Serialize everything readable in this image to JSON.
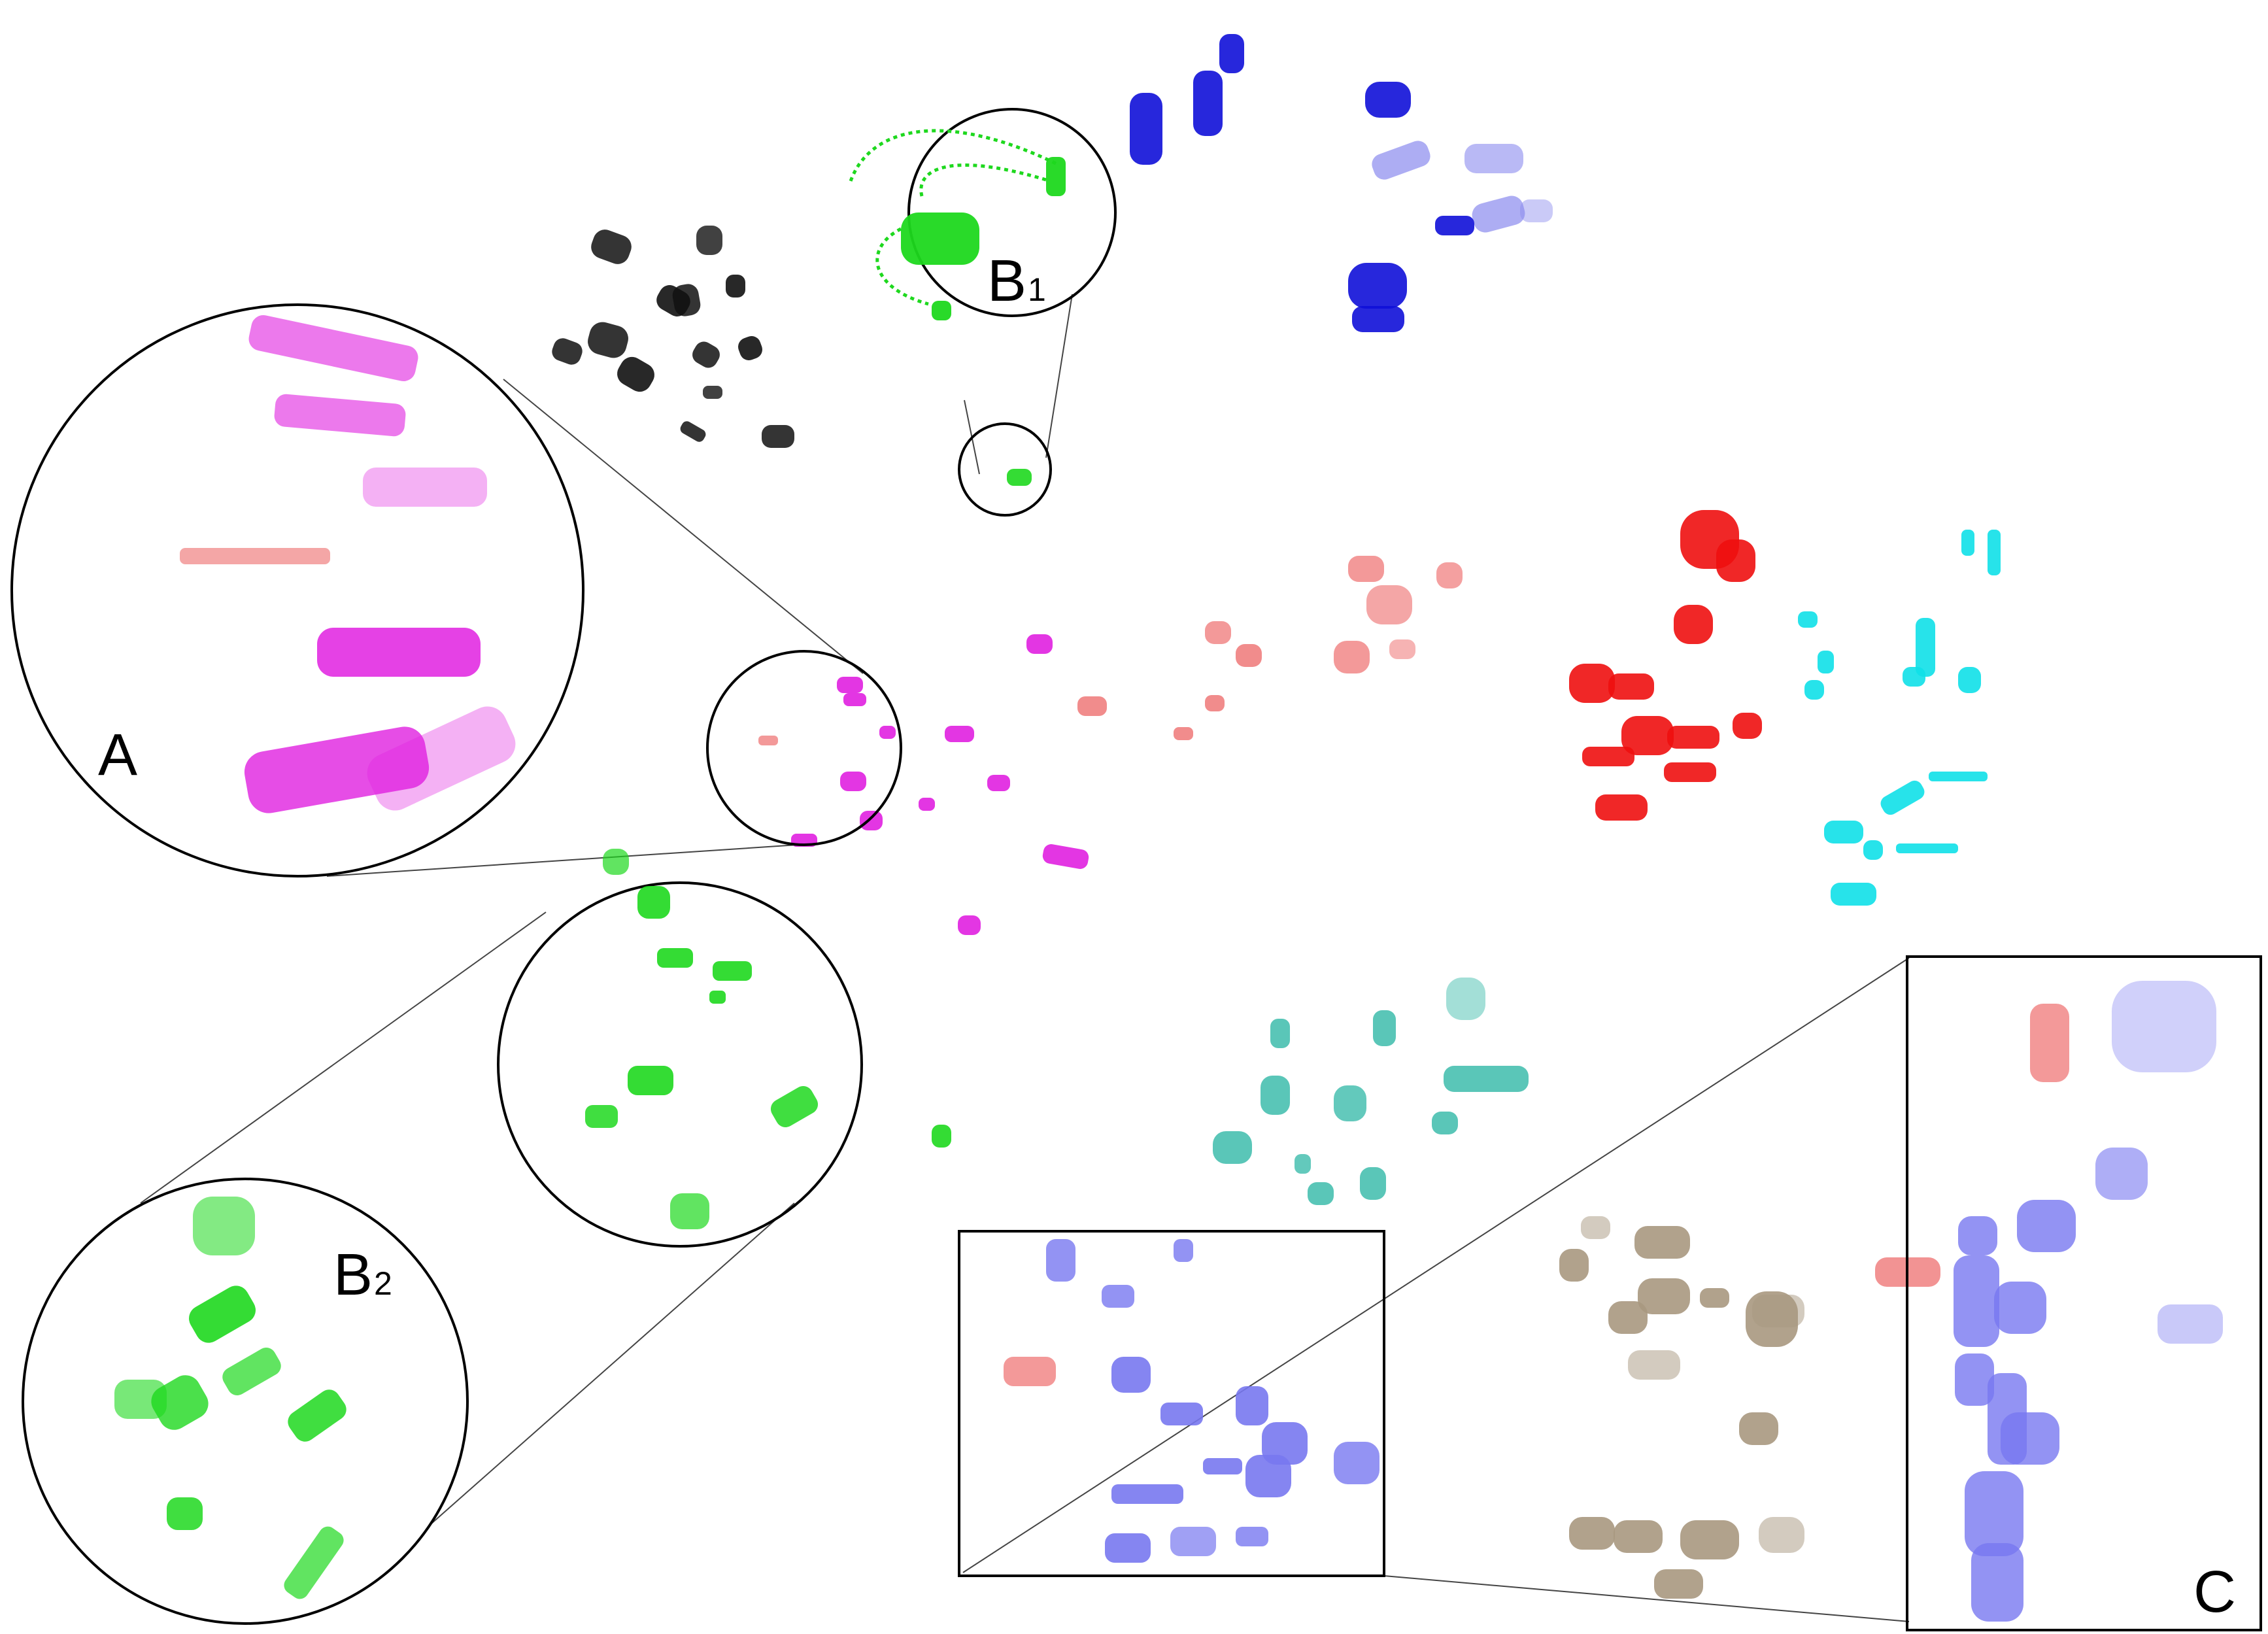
{
  "figure": {
    "colors": {
      "black": "#111111",
      "blue": "#1010d8",
      "light_blue": "#8a8aee",
      "green": "#1ed81e",
      "magenta": "#e020e0",
      "salmon": "#f08080",
      "red": "#ee1010",
      "cyan": "#10e0e8",
      "teal": "#48c0b0",
      "tan": "#a89880",
      "periwinkle": "#7878f0",
      "line": "#444444"
    },
    "zoom_labels": {
      "A": "A",
      "B1_main": "B",
      "B1_sub": "1",
      "B2_main": "B",
      "B2_sub": "2",
      "C": "C"
    }
  }
}
